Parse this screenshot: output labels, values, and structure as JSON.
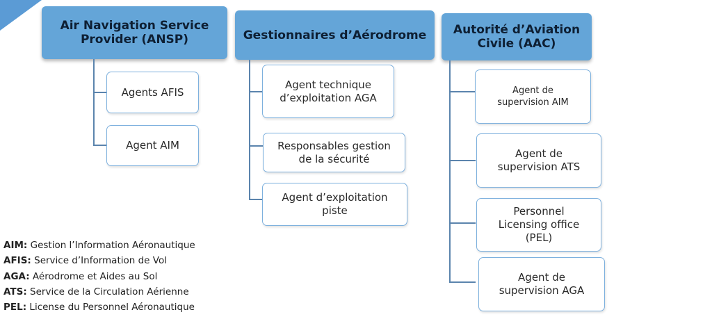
{
  "columns": [
    {
      "header": "Air Navigation Service\nProvider (ANSP)",
      "items": [
        "Agents AFIS",
        "Agent AIM"
      ]
    },
    {
      "header": "Gestionnaires d’Aérodrome",
      "items": [
        "Agent technique\nd’exploitation AGA",
        "Responsables gestion\nde la sécurité",
        "Agent d’exploitation\npiste"
      ]
    },
    {
      "header": "Autorité d’Aviation\nCivile (AAC)",
      "items": [
        "Agent de\nsupervision AIM",
        "Agent de\nsupervision ATS",
        "Personnel\nLicensing office\n(PEL)",
        "Agent de\nsupervision AGA"
      ]
    }
  ],
  "legend": [
    {
      "abbr": "AIM",
      "sep": ":",
      "text": " Gestion l’Information Aéronautique"
    },
    {
      "abbr": "AFIS",
      "sep": ":",
      "text": " Service d’Information de Vol"
    },
    {
      "abbr": "AGA",
      "sep": ":",
      "text": " Aérodrome et Aides au Sol"
    },
    {
      "abbr": "ATS",
      "sep": ":",
      "text": " Service de la Circulation Aérienne"
    },
    {
      "abbr": "PEL",
      "sep": ":",
      "text": " License du Personnel Aéronautique"
    }
  ]
}
